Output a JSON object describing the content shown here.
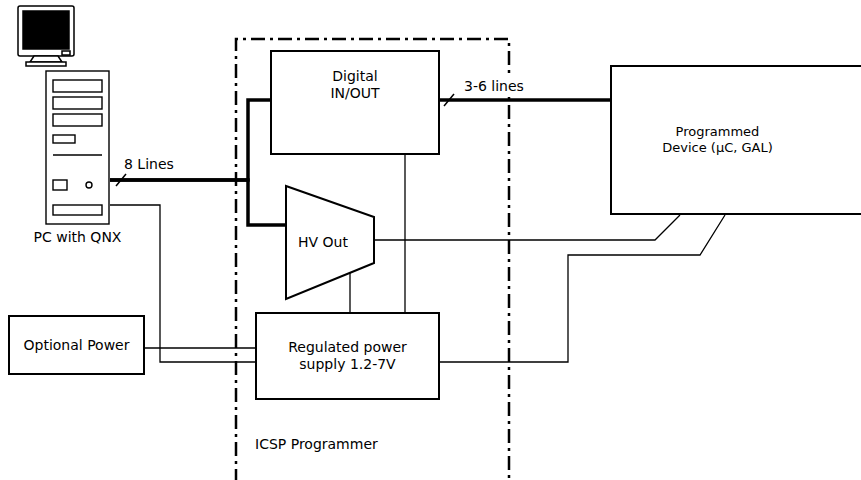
{
  "diagram": {
    "nodes": [
      {
        "text": [
          "ICSP Programmer"
        ]
      },
      {
        "text": [
          "Digital IN/OUT"
        ],
        "in": 0
      },
      {
        "text": [
          "HV Out"
        ],
        "in": 0
      },
      {
        "text": [
          "Regulated power supply 1.2-7V"
        ],
        "in": 0
      },
      {
        "text": [
          "PC with QNX"
        ]
      },
      {
        "text": [
          "Optional Power"
        ]
      },
      {
        "text": [
          "Programmed Device (µC, GAL)"
        ]
      }
    ],
    "edges": [
      {
        "from": 4,
        "to": 1,
        "arrow": "none",
        "label": "8 Lines"
      },
      {
        "from": 4,
        "to": 2,
        "arrow": "none"
      },
      {
        "from": 1,
        "to": 6,
        "arrow": "none",
        "label": "3-6 lines"
      },
      {
        "from": 2,
        "to": 6,
        "arrow": "none"
      },
      {
        "from": 3,
        "to": 6,
        "arrow": "none"
      },
      {
        "from": 4,
        "to": 3,
        "arrow": "none"
      },
      {
        "from": 5,
        "to": 3,
        "arrow": "none"
      },
      {
        "from": 3,
        "to": 2,
        "arrow": "none"
      },
      {
        "from": 3,
        "to": 1,
        "arrow": "none"
      }
    ]
  }
}
